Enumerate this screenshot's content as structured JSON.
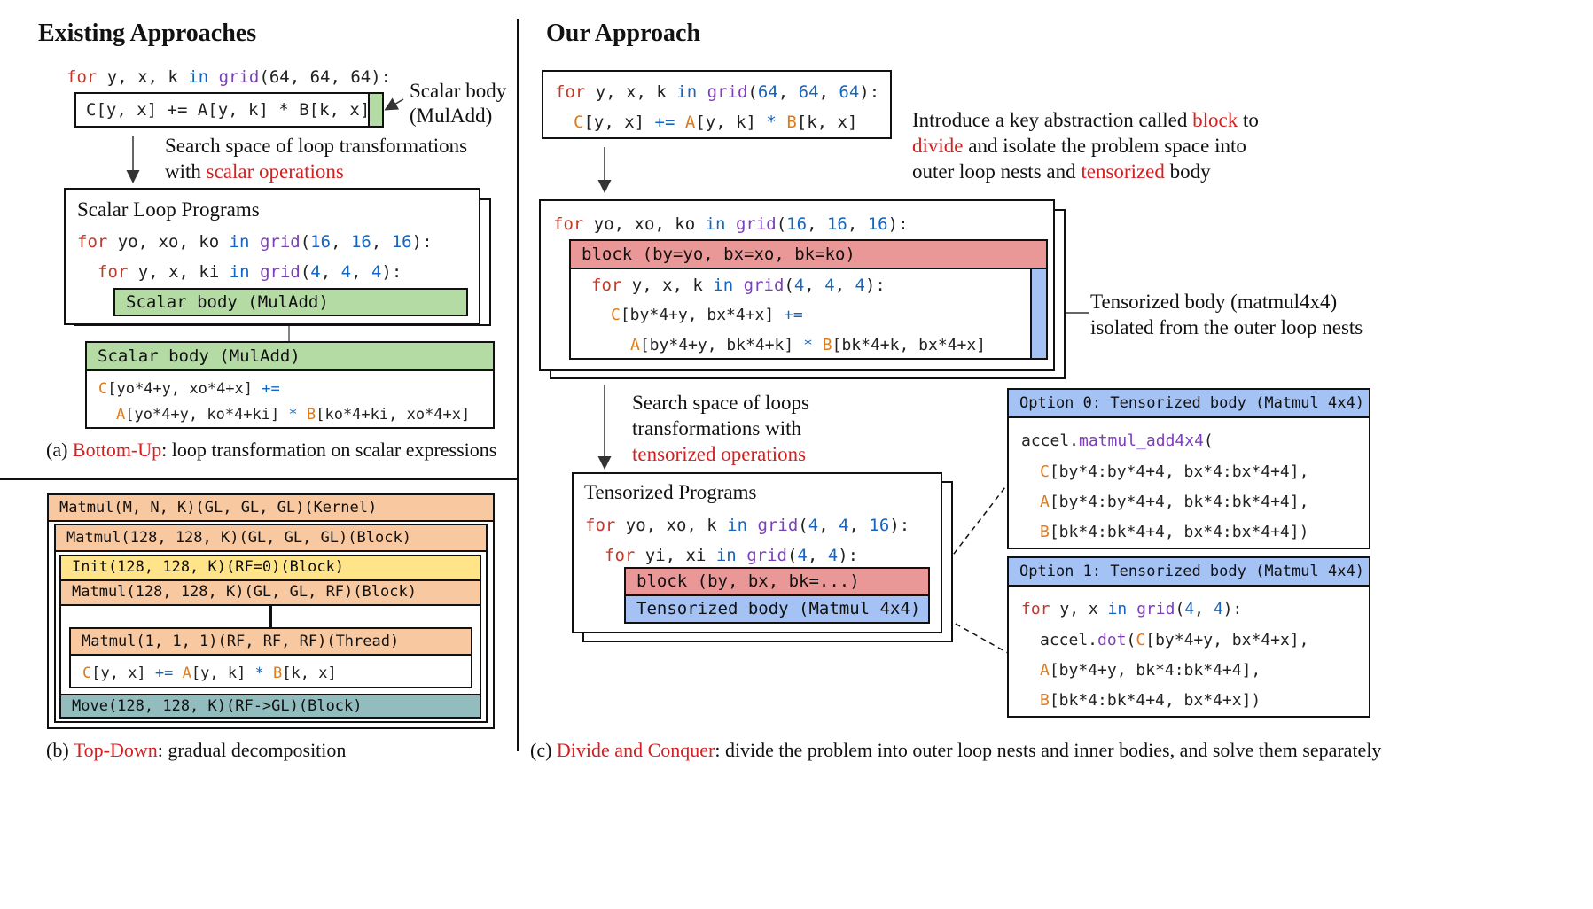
{
  "left": {
    "title": "Existing Approaches",
    "a": {
      "loop_for": "for",
      "loop_vars": " y, x, k ",
      "loop_in": "in",
      "loop_grid": " grid",
      "loop_args": "(64, 64, 64):",
      "body_code": "C[y, x] += A[y, k] * B[k, x]",
      "scalar_body_label1": "Scalar body",
      "scalar_body_label2": "(MulAdd)",
      "search_line1": "Search space of loop transformations",
      "search_line2_pre": "with ",
      "search_line2_red": "scalar operations",
      "programs_title": "Scalar Loop Programs",
      "prog_line1": "for yo, xo, ko in grid(16, 16, 16):",
      "prog_line2": "for y, x, ki in grid(4, 4, 4):",
      "scalar_body_box": "Scalar body (MulAdd)",
      "expand_header": "Scalar body (MulAdd)",
      "expand_line1": "C[yo*4+y, xo*4+x] +=",
      "expand_line2": "A[yo*4+y, ko*4+ki] * B[ko*4+ki, xo*4+x]",
      "caption_pre": "(a) ",
      "caption_red": "Bottom-Up",
      "caption_post": ": loop transformation on scalar expressions"
    },
    "b": {
      "kernel": "Matmul(M, N, K)(GL, GL, GL)(Kernel)",
      "block1": "Matmul(128, 128, K)(GL, GL, GL)(Block)",
      "init": "Init(128, 128, K)(RF=0)(Block)",
      "block2": "Matmul(128, 128, K)(GL, GL, RF)(Block)",
      "thread": "Matmul(1, 1, 1)(RF, RF, RF)(Thread)",
      "thread_body": "C[y, x] += A[y, k] * B[k, x]",
      "move": "Move(128, 128, K)(RF->GL)(Block)",
      "caption_pre": "(b) ",
      "caption_red": "Top-Down",
      "caption_post": ": gradual decomposition"
    }
  },
  "right": {
    "title": "Our Approach",
    "top_line1": "for y, x, k in grid(64, 64, 64):",
    "top_line2": "C[y, x] += A[y, k] * B[k, x]",
    "intro_pre": "Introduce a key abstraction called ",
    "intro_red1": "block",
    "intro_mid1": " to",
    "intro_red2": "divide",
    "intro_mid2": " and isolate the problem space into",
    "intro_pre3": "outer loop nests and ",
    "intro_red3": "tensorized",
    "intro_post3": " body",
    "mid_line1": "for yo, xo, ko in grid(16, 16, 16):",
    "block_header": "block (by=yo, bx=xo, bk=ko)",
    "mid_line2": "for y, x, k in grid(4, 4, 4):",
    "mid_line3": "C[by*4+y, bx*4+x] +=",
    "mid_line4": "A[by*4+y, bk*4+k] * B[bk*4+k, bx*4+x]",
    "tbody_label1": "Tensorized body (matmul4x4)",
    "tbody_label2": "isolated from the outer loop nests",
    "search_line1": "Search space of loops",
    "search_line2": "transformations with",
    "search_line3_red": "tensorized operations",
    "tprog_title": "Tensorized Programs",
    "tprog_line1": "for yo, xo, k in grid(4, 4, 16):",
    "tprog_line2": "for yi, xi in grid(4, 4):",
    "tprog_block": "block (by, bx, bk=...)",
    "tprog_body": "Tensorized body (Matmul 4x4)",
    "opt0_header": "Option 0: Tensorized body (Matmul 4x4)",
    "opt0_line1": "accel.matmul_add4x4(",
    "opt0_line2": "C[by*4:by*4+4, bx*4:bx*4+4],",
    "opt0_line3": "A[by*4:by*4+4, bk*4:bk*4+4],",
    "opt0_line4": "B[bk*4:bk*4+4, bx*4:bx*4+4])",
    "opt1_header": "Option 1: Tensorized body (Matmul 4x4)",
    "opt1_line1": "for y, x in grid(4, 4):",
    "opt1_line2": "accel.dot(C[by*4+y, bx*4+x],",
    "opt1_line3": "A[by*4+y, bk*4:bk*4+4],",
    "opt1_line4": "B[bk*4:bk*4+4, bx*4+x])",
    "caption_pre": "(c) ",
    "caption_red": "Divide and Conquer",
    "caption_post": ": divide the problem into outer loop nests and inner bodies, and solve them separately"
  }
}
